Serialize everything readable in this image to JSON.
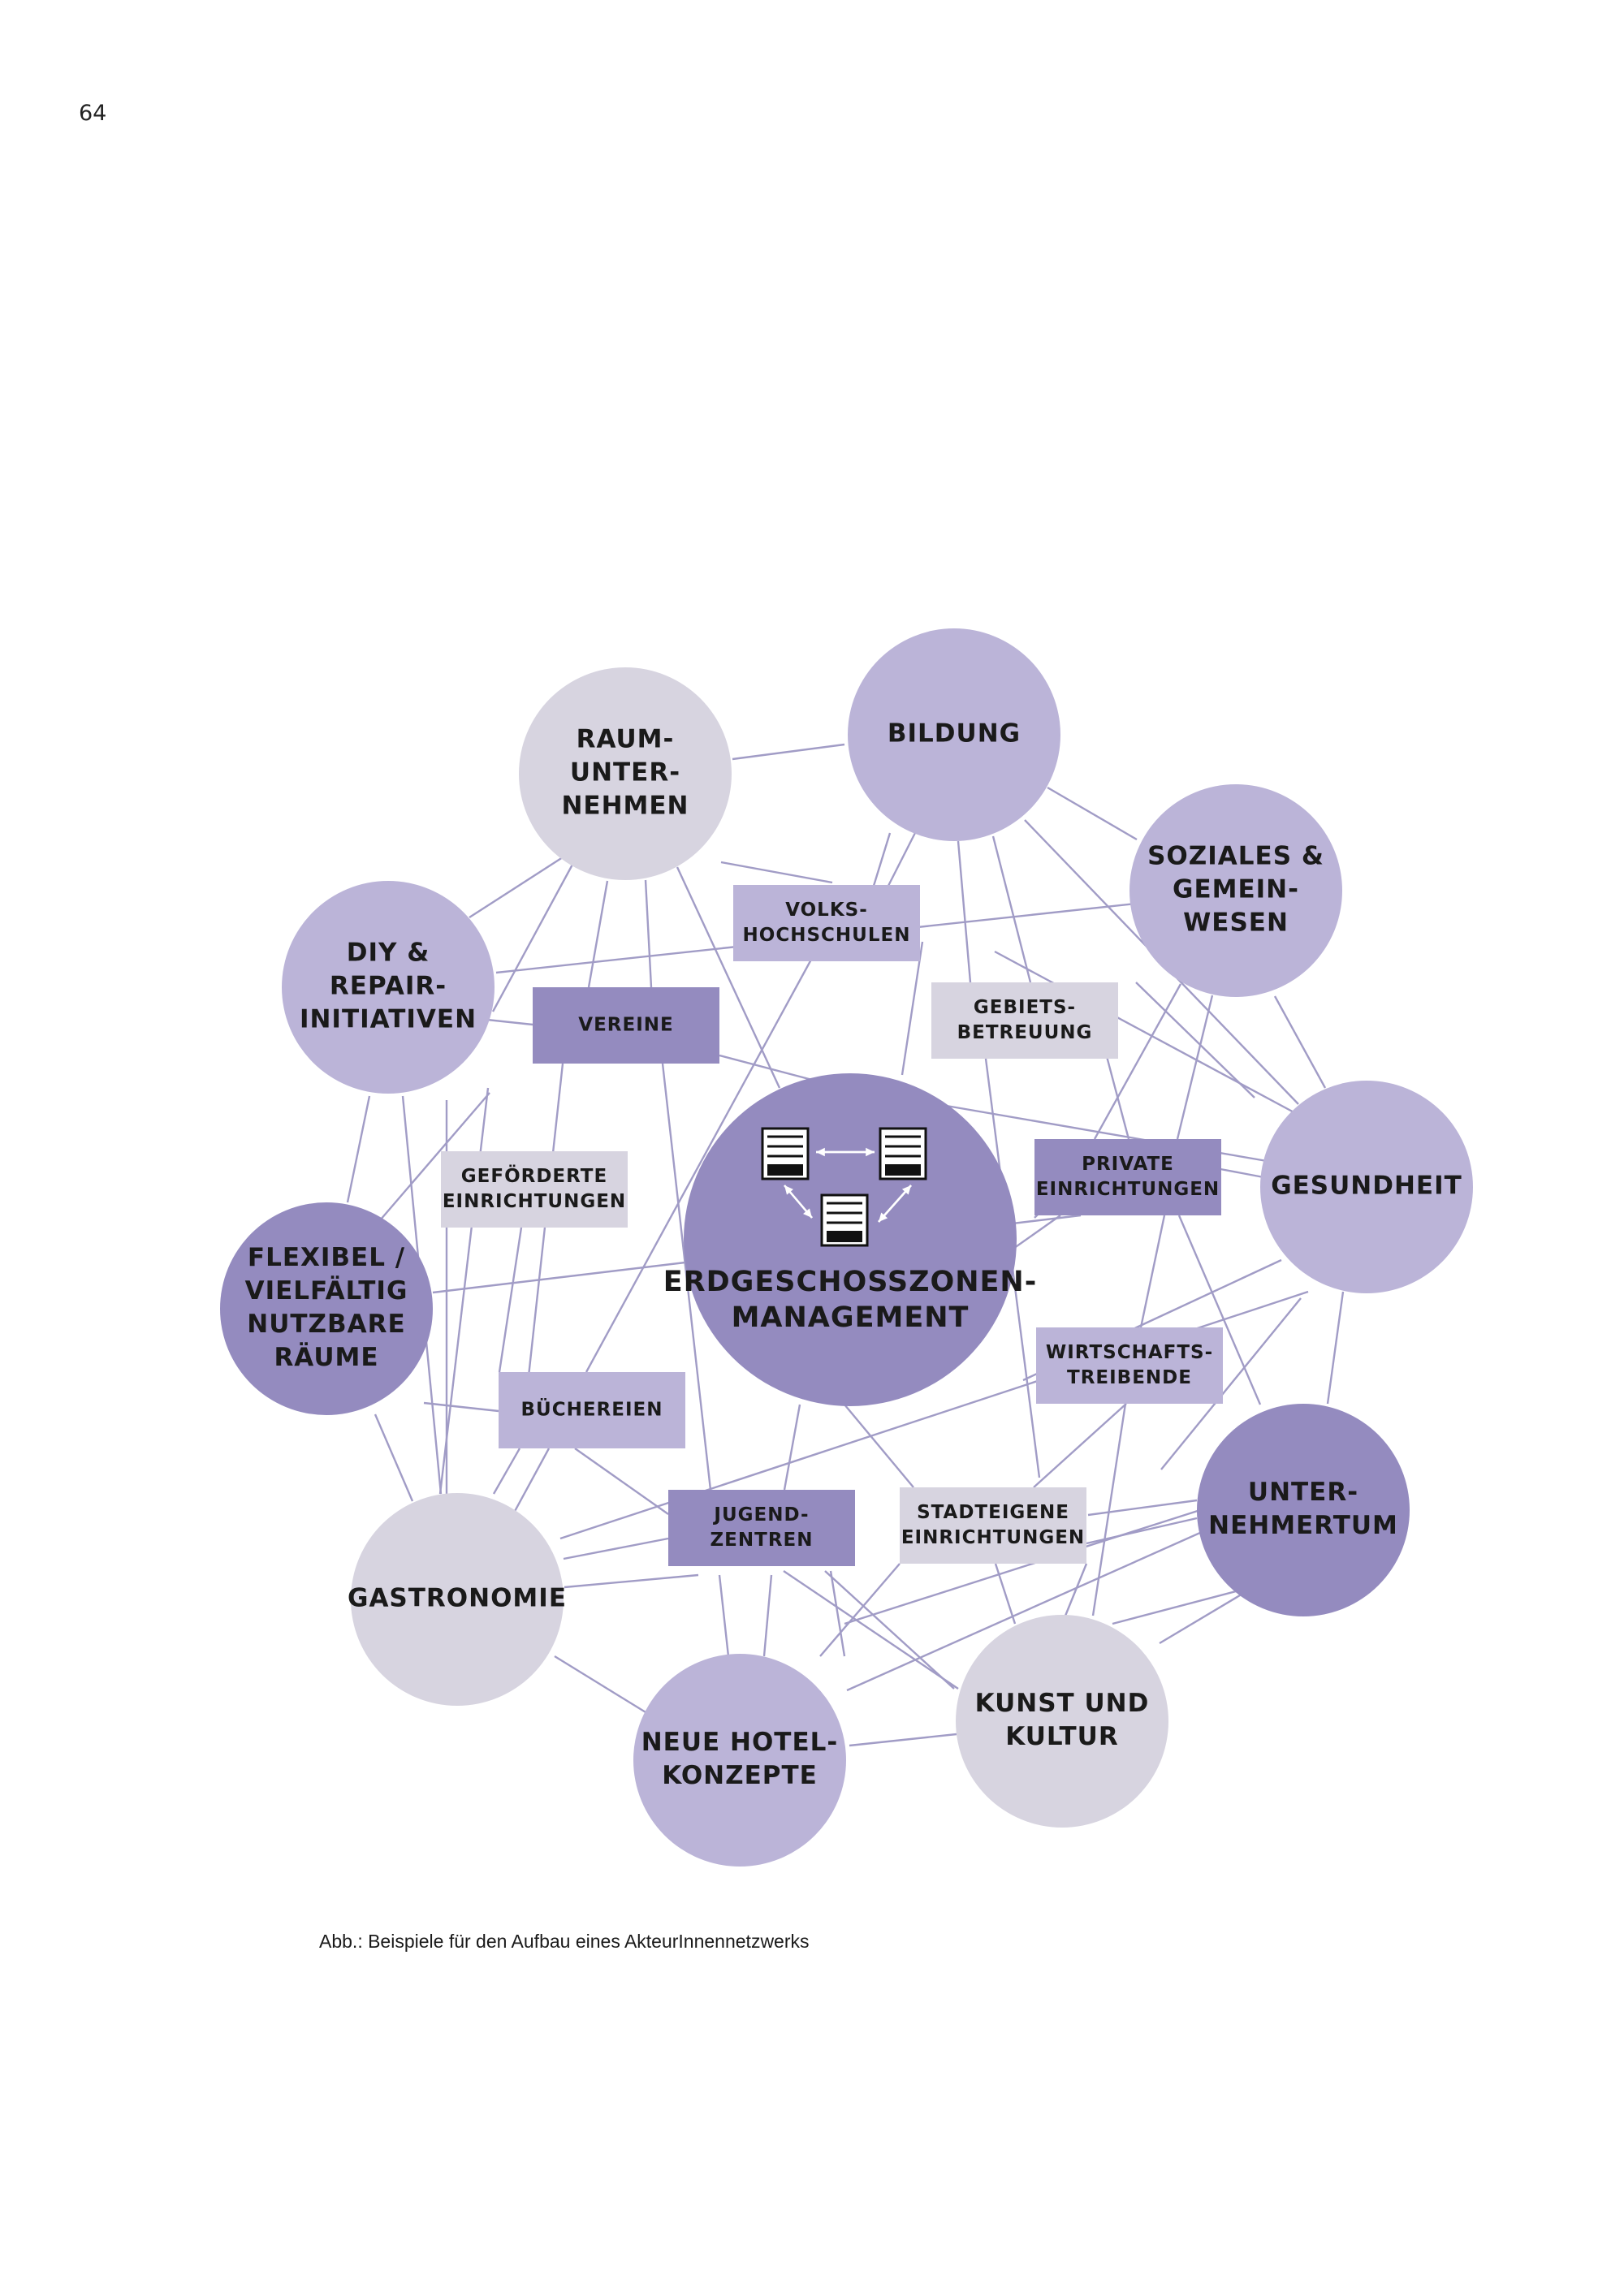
{
  "page_number": "64",
  "caption": "Abb.: Beispiele für den Aufbau eines AkteurInnennetzwerks",
  "colors": {
    "edge": "#a19cc6",
    "light_grey": "#d7d4e0",
    "light_lilac": "#bbb4d8",
    "medium_purple": "#948bbf",
    "icon": "#111111"
  },
  "center": {
    "id": "center",
    "lines": [
      "ERDGESCHOSSZONEN-",
      "MANAGEMENT"
    ],
    "icon": "buildings-exchange-icon"
  },
  "circles": [
    {
      "id": "raum",
      "lines": [
        "RAUM-",
        "UNTER-",
        "NEHMEN"
      ],
      "tone": "light_grey"
    },
    {
      "id": "bildung",
      "lines": [
        "BILDUNG"
      ],
      "tone": "light_lilac"
    },
    {
      "id": "soziales",
      "lines": [
        "SOZIALES &",
        "GEMEIN-",
        "WESEN"
      ],
      "tone": "light_lilac"
    },
    {
      "id": "diy",
      "lines": [
        "DIY &",
        "REPAIR-",
        "INITIATIVEN"
      ],
      "tone": "light_lilac"
    },
    {
      "id": "gesundheit",
      "lines": [
        "GESUNDHEIT"
      ],
      "tone": "light_lilac"
    },
    {
      "id": "flexibel",
      "lines": [
        "FLEXIBEL /",
        "VIELFÄLTIG",
        "NUTZBARE",
        "RÄUME"
      ],
      "tone": "medium_purple"
    },
    {
      "id": "unternehmertum",
      "lines": [
        "UNTER-",
        "NEHMERTUM"
      ],
      "tone": "medium_purple"
    },
    {
      "id": "gastronomie",
      "lines": [
        "GASTRONOMIE"
      ],
      "tone": "light_grey"
    },
    {
      "id": "kunst",
      "lines": [
        "KUNST UND",
        "KULTUR"
      ],
      "tone": "light_grey"
    },
    {
      "id": "hotel",
      "lines": [
        "NEUE HOTEL-",
        "KONZEPTE"
      ],
      "tone": "light_lilac"
    }
  ],
  "boxes": [
    {
      "id": "volks",
      "lines": [
        "VOLKS-",
        "HOCHSCHULEN"
      ],
      "tone": "light_lilac"
    },
    {
      "id": "gebiets",
      "lines": [
        "GEBIETS-",
        "BETREUUNG"
      ],
      "tone": "light_grey"
    },
    {
      "id": "vereine",
      "lines": [
        "VEREINE"
      ],
      "tone": "medium_purple"
    },
    {
      "id": "private",
      "lines": [
        "PRIVATE",
        "EINRICHTUNGEN"
      ],
      "tone": "medium_purple"
    },
    {
      "id": "gefoerderte",
      "lines": [
        "GEFÖRDERTE",
        "EINRICHTUNGEN"
      ],
      "tone": "light_grey"
    },
    {
      "id": "wirtschaft",
      "lines": [
        "WIRTSCHAFTS-",
        "TREIBENDE"
      ],
      "tone": "light_lilac"
    },
    {
      "id": "buechereien",
      "lines": [
        "BÜCHEREIEN"
      ],
      "tone": "light_lilac"
    },
    {
      "id": "jugend",
      "lines": [
        "JUGEND-",
        "ZENTREN"
      ],
      "tone": "medium_purple"
    },
    {
      "id": "stadt",
      "lines": [
        "STADTEIGENE",
        "EINRICHTUNGEN"
      ],
      "tone": "light_grey"
    }
  ]
}
